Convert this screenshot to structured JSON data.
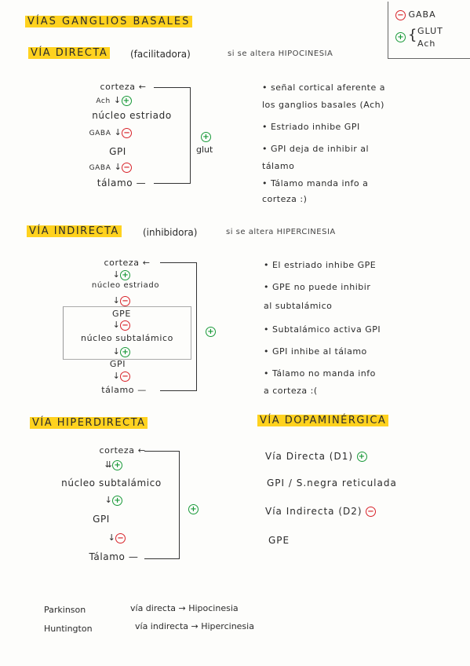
{
  "title": "VÍAS GANGLIOS BASALES",
  "legend": {
    "minus": "GABA",
    "plus_1": "GLUT",
    "plus_2": "Ach"
  },
  "directa": {
    "heading": "VÍA DIRECTA",
    "subtitle": "(facilitadora)",
    "note": "si se altera HIPOCINESIA",
    "flow": [
      "corteza",
      "Ach",
      "núcleo estriado",
      "GABA",
      "GPI",
      "GABA",
      "tálamo"
    ],
    "loop_label": "glut",
    "bullets": [
      "• señal cortical aferente a",
      "los ganglios basales (Ach)",
      "• Estriado inhibe GPI",
      "• GPI deja de inhibir al",
      "tálamo",
      "• Tálamo manda info a",
      "corteza :)"
    ]
  },
  "indirecta": {
    "heading": "VÍA INDIRECTA",
    "subtitle": "(inhibidora)",
    "note": "si se altera HIPERCINESIA",
    "flow": [
      "corteza",
      "núcleo estriado",
      "GPE",
      "núcleo subtalámico",
      "GPI",
      "tálamo"
    ],
    "bullets": [
      "• El estriado inhibe GPE",
      "• GPE no puede inhibir",
      "al subtalámico",
      "• Subtalámico activa GPI",
      "• GPI inhibe al tálamo",
      "• Tálamo no manda info",
      "a corteza :("
    ]
  },
  "hiperdirecta": {
    "heading": "VÍA HIPERDIRECTA",
    "flow": [
      "corteza",
      "núcleo subtalámico",
      "GPI",
      "Tálamo"
    ]
  },
  "dopaminergica": {
    "heading": "VÍA DOPAMINÉRGICA",
    "lines": [
      "Vía Directa (D1)",
      "GPI / S.negra reticulada",
      "Vía Indirecta (D2)",
      "GPE"
    ]
  },
  "footer": [
    {
      "disease": "Parkinson",
      "desc": "vía directa → Hipocinesia"
    },
    {
      "disease": "Huntington",
      "desc": "vía indirecta → Hipercinesia"
    }
  ],
  "colors": {
    "highlight": "#ffd21f",
    "plus": "#1a9a3a",
    "minus": "#d8232a"
  }
}
